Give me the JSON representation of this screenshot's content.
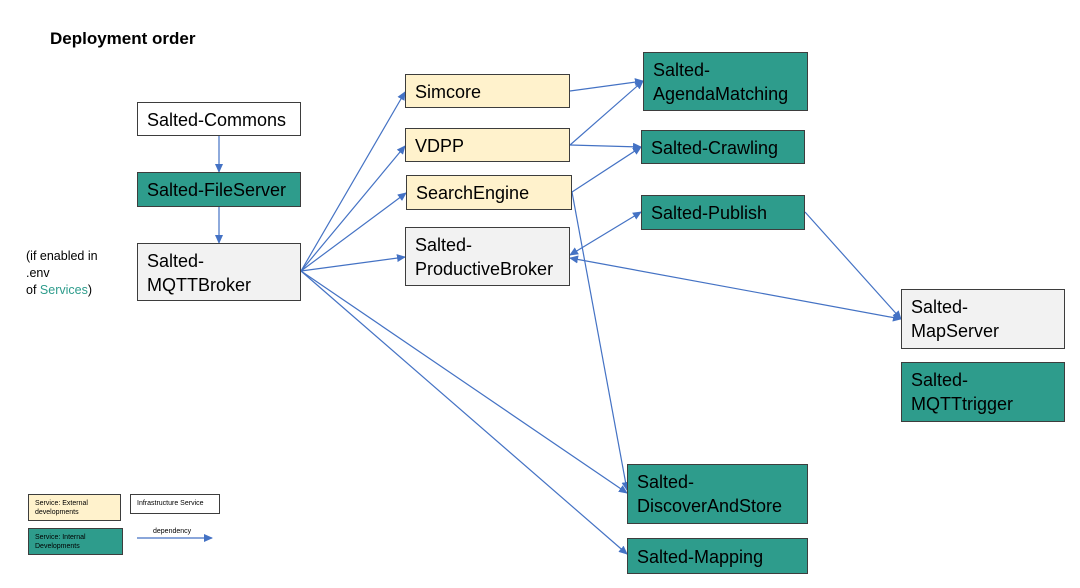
{
  "title": "Deployment order",
  "note": {
    "line1": "(if enabled in",
    "line2": ".env",
    "line3_prefix": "of ",
    "line3_link": "Services",
    "line3_suffix": ")"
  },
  "nodes": {
    "commons": "Salted-Commons",
    "fileserver": "Salted-FileServer",
    "mqttbroker": "Salted-\nMQTTBroker",
    "simcore": "Simcore",
    "vdpp": "VDPP",
    "searchengine": "SearchEngine",
    "productivebroker": "Salted-\nProductiveBroker",
    "agendamatching": "Salted-\nAgendaMatching",
    "crawling": "Salted-Crawling",
    "publish": "Salted-Publish",
    "mapserver": "Salted-\nMapServer",
    "mqtttrigger": "Salted-\nMQTTtrigger",
    "discoverandstore": "Salted-\nDiscoverAndStore",
    "mapping": "Salted-Mapping"
  },
  "legend": {
    "external": "Service: External\ndevelopments",
    "infrastructure": "Infrastructure Service",
    "internal": "Service: Internal\nDevelopments",
    "dependency": "dependency"
  },
  "colors": {
    "external": "#fff2cc",
    "internal": "#2e9c8c",
    "infrastructure": "#ffffff",
    "arrow": "#4472c4"
  }
}
